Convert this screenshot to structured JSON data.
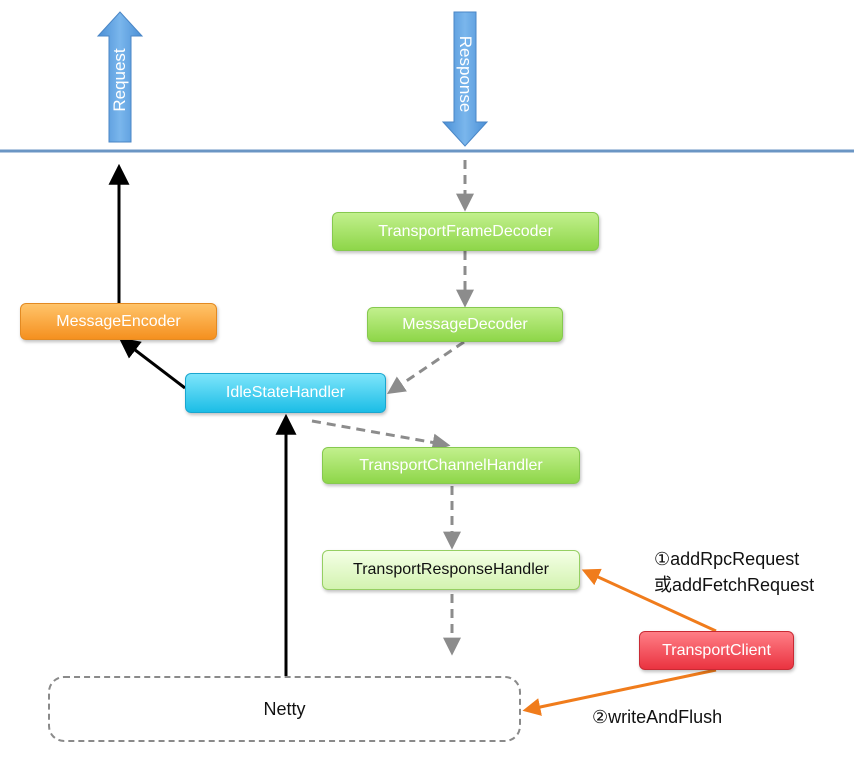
{
  "top_arrows": {
    "request_label": "Request",
    "response_label": "Response"
  },
  "nodes": {
    "transport_frame_decoder": "TransportFrameDecoder",
    "message_decoder": "MessageDecoder",
    "message_encoder": "MessageEncoder",
    "idle_state_handler": "IdleStateHandler",
    "transport_channel_handler": "TransportChannelHandler",
    "transport_response_handler": "TransportResponseHandler",
    "transport_client": "TransportClient",
    "netty": "Netty"
  },
  "annotations": {
    "step1_line1": "①addRpcRequest",
    "step1_line2": "或addFetchRequest",
    "step2": "②writeAndFlush"
  },
  "colors": {
    "blue_arrow": "#5a9ad8",
    "divider": "#6b96c4",
    "black_edge": "#000000",
    "gray_edge": "#8c8c8c",
    "orange_edge": "#f07c1c"
  }
}
